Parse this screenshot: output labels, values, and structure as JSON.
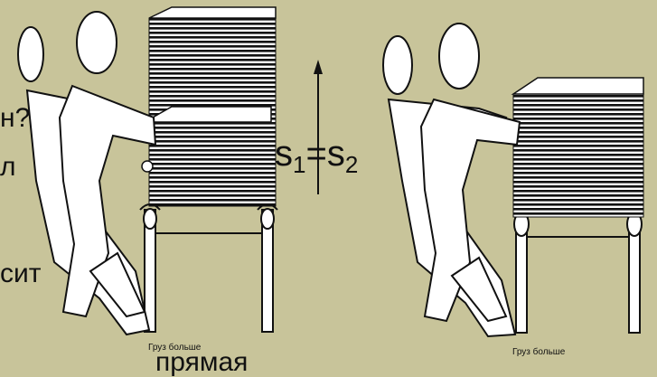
{
  "background_text": {
    "line1": "н?",
    "line2": "л",
    "line3": "сит",
    "line4": "прямая"
  },
  "formula": {
    "s": "s",
    "sub1": "1",
    "equals": "=",
    "sub2": "2"
  },
  "captions": {
    "left": "Груз больше",
    "right": "Груз больше"
  },
  "colors": {
    "background": "#c8c49a",
    "figure_fill": "#ffffff",
    "stroke": "#111111"
  }
}
